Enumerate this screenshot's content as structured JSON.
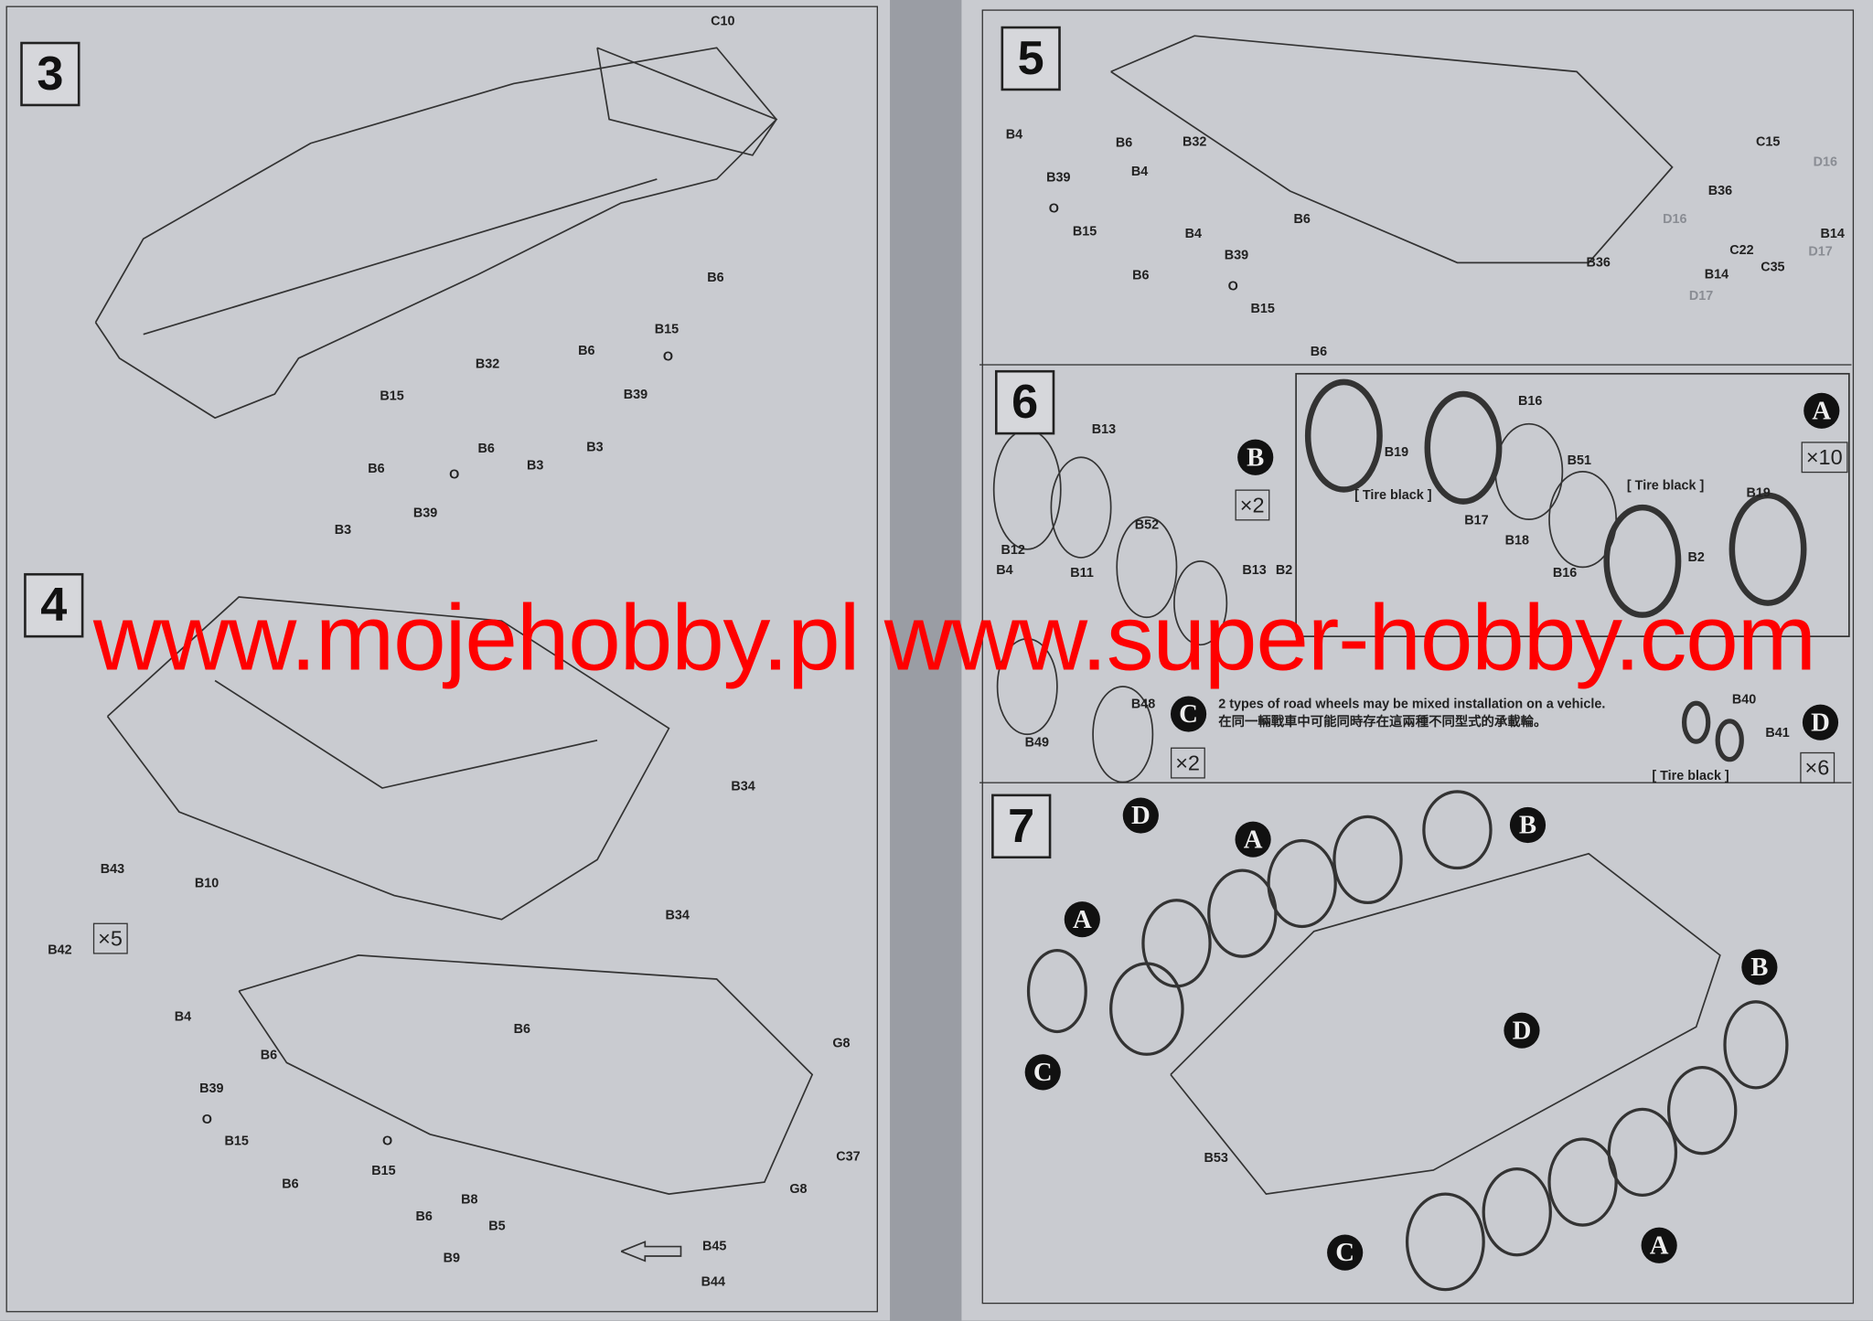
{
  "steps": [
    "3",
    "4",
    "5",
    "6",
    "7"
  ],
  "step3_labels": [
    "C10",
    "B6",
    "B15",
    "O",
    "B32",
    "B6",
    "B39",
    "B15",
    "B6",
    "B3",
    "B3",
    "O",
    "B6",
    "B39",
    "B3"
  ],
  "step4_labels": [
    "B34",
    "B10",
    "B43",
    "B42",
    "B34",
    "B4",
    "B6",
    "B39",
    "O",
    "B15",
    "B6",
    "B6",
    "G8",
    "O",
    "B15",
    "B6",
    "B8",
    "C37",
    "G8",
    "B5",
    "B45",
    "B9",
    "B44"
  ],
  "step4_multiplier": "×5",
  "step5_labels": [
    "B4",
    "B6",
    "B32",
    "B39",
    "O",
    "B4",
    "B15",
    "B6",
    "B4",
    "B6",
    "B39",
    "O",
    "B15",
    "B6",
    "C15",
    "B36",
    "B14",
    "C22",
    "C35",
    "B36",
    "B14"
  ],
  "step5_grey_labels": [
    "D16",
    "D16",
    "D17",
    "D17"
  ],
  "step6_labels": [
    "B13",
    "B52",
    "B12",
    "B11",
    "B13",
    "B2",
    "B48",
    "B49",
    "B4"
  ],
  "step6_markers": {
    "b": "B",
    "b_mult": "×2",
    "c": "C",
    "c_mult": "×2"
  },
  "subassembly_a": {
    "marker": "A",
    "multiplier": "×10",
    "labels": [
      "B16",
      "B19",
      "[ Tire black ]",
      "B51",
      "B17",
      "[ Tire black ]",
      "B19",
      "B18",
      "B2",
      "B16"
    ],
    "note_en": "2 types of road wheels may be mixed installation on a vehicle.",
    "note_zh": "在同一輛戰車中可能同時存在這兩種不同型式的承載輪。"
  },
  "subassembly_d": {
    "marker": "D",
    "multiplier": "×6",
    "labels": [
      "B40",
      "B41",
      "[ Tire black ]"
    ]
  },
  "step7_markers": [
    "D",
    "A",
    "B",
    "A",
    "B",
    "D",
    "C",
    "C",
    "A"
  ],
  "step7_labels": [
    "B53"
  ],
  "watermark": "www.mojehobby.pl  www.super-hobby.com",
  "colors": {
    "paper": "#c9cbd0",
    "watermark": "#ff0000",
    "ink": "#222222"
  }
}
